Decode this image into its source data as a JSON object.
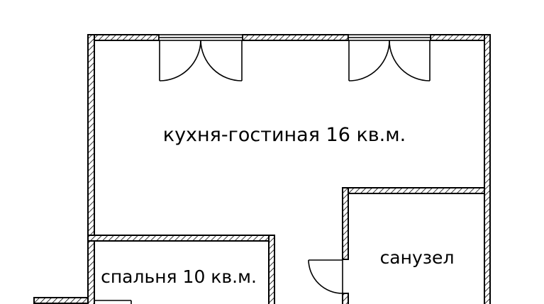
{
  "rooms": {
    "living": {
      "label": "кухня-гостиная 16 кв.м."
    },
    "bathroom": {
      "label": "санузел"
    },
    "bedroom": {
      "label": "спальня 10 кв.м."
    }
  },
  "colors": {
    "wall_stroke": "#000000",
    "wall_hatch": "#000000",
    "background": "#ffffff"
  }
}
